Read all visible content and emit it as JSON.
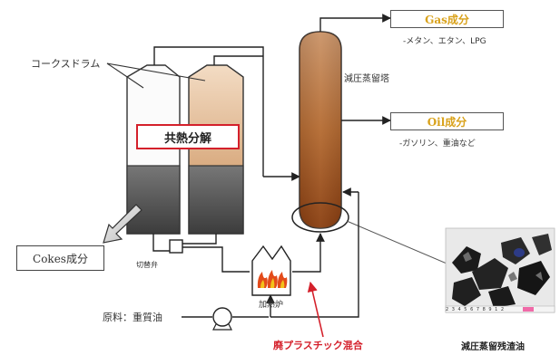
{
  "labels": {
    "coke_drum": "コークスドラム",
    "vacuum_tower": "減圧蒸留塔",
    "gas_title": "Gas成分",
    "gas_detail": "-メタン、エタン、LPG",
    "oil_title": "Oil成分",
    "oil_detail": "-ガソリン、重油など",
    "co_pyrolysis": "共熱分解",
    "cokes": "Cokes成分",
    "switch_valve": "切替弁",
    "furnace": "加熱炉",
    "feed": "原料：重質油",
    "plastic_mix": "廃プラスチック混合",
    "residue": "減圧蒸留残渣油",
    "ruler_numbers": "2 3 4 5 6 7 8 9 1 2"
  },
  "colors": {
    "gas_oil_text": "#d9a21b",
    "plastic_text": "#d4202b",
    "box_red_border": "#d4202b",
    "tower_fill": "#9b4a14",
    "coke_fill": "#595959",
    "drum_top_fill": "#d9a276",
    "flame": "#e34b1a",
    "flame_inner": "#f2a51c"
  },
  "icons": [
    "pump-icon",
    "flame-icon",
    "valve-icon",
    "arrow-icon"
  ]
}
